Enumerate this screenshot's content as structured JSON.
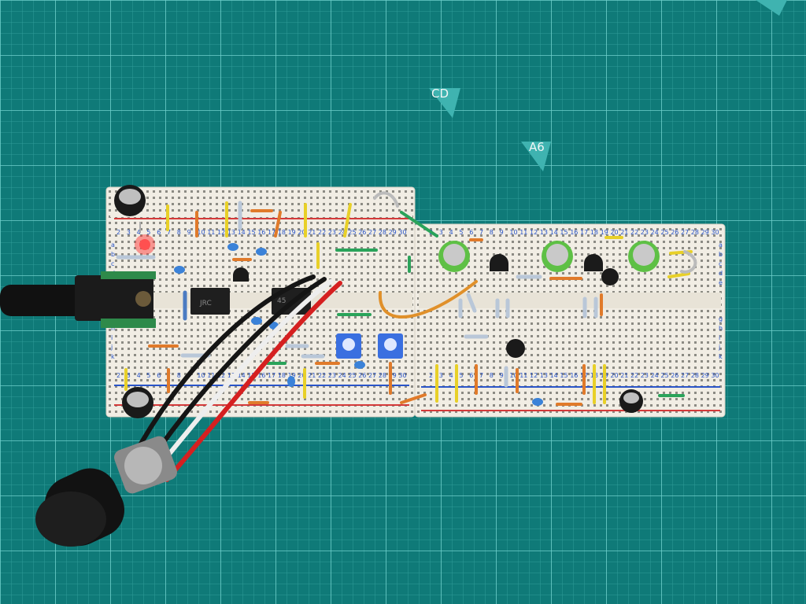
{
  "image": {
    "subject": "Solderless breadboard circuit on a green cutting mat",
    "colors": {
      "mat": "#0f7a78",
      "mat_grid": "#3fb3b0",
      "breadboard": "#f1ede4",
      "rail_red": "#d43a3a",
      "rail_blue": "#2a55c8",
      "wire_black": "#151515",
      "wire_white": "#eeeeee",
      "wire_red": "#d52020",
      "wire_orange": "#e07a2a",
      "wire_yellow": "#e8d028",
      "wire_green": "#2aa35a",
      "led_red": "#ff2a2a",
      "trimmer_blue": "#3a6fe0",
      "cap_green": "#5ec045"
    },
    "mat_labels": {
      "cd": "CD",
      "a6": "A6"
    },
    "chip_labels": {
      "left": "JRC",
      "right": "45"
    },
    "trimmer_labels": {
      "left": "",
      "right": ""
    },
    "row_letters_top": [
      "a",
      "b",
      "c",
      "d",
      "e"
    ],
    "row_letters_bottom": [
      "g",
      "h",
      "i",
      "j",
      "k"
    ],
    "column_numbers": [
      "2",
      "3",
      "4",
      "5",
      "6",
      "7",
      "8",
      "9",
      "10",
      "11",
      "12",
      "13",
      "14",
      "15",
      "16",
      "17",
      "18",
      "19",
      "20",
      "21",
      "22",
      "23",
      "24",
      "25",
      "26",
      "27",
      "28",
      "29",
      "30"
    ],
    "icons": [
      "potentiometer-knob-icon",
      "audio-jack-icon",
      "led-icon",
      "capacitor-icon",
      "resistor-icon",
      "ic-chip-icon",
      "transistor-icon",
      "trimmer-icon"
    ]
  }
}
